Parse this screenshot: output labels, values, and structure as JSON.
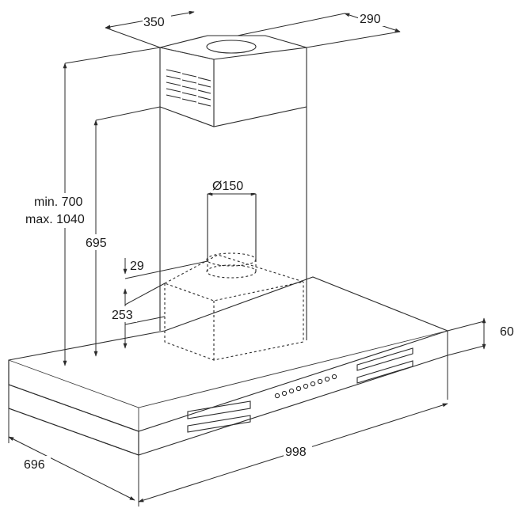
{
  "dimensions": {
    "chimney_width": "350",
    "chimney_depth": "290",
    "chimney_height_min": "min. 700",
    "chimney_height_max": "max. 1040",
    "height_695": "695",
    "duct_diameter": "Ø150",
    "offset_29": "29",
    "height_253": "253",
    "hood_thickness": "60",
    "hood_depth": "696",
    "hood_width": "998"
  }
}
